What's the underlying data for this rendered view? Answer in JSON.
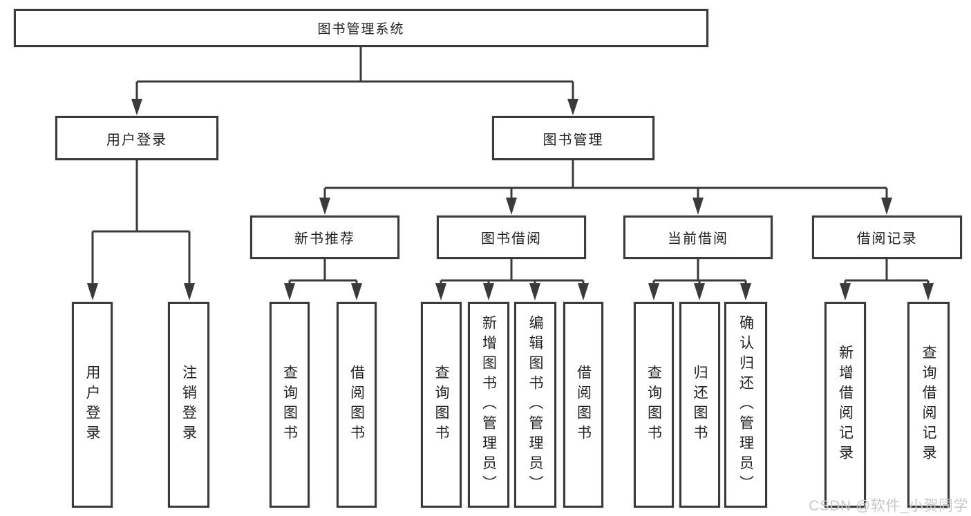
{
  "diagram": {
    "root": "图书管理系统",
    "level2": {
      "user_login": "用户登录",
      "book_management": "图书管理"
    },
    "level3": {
      "new_book_recommend": "新书推荐",
      "book_borrow": "图书借阅",
      "current_borrow": "当前借阅",
      "borrow_records": "借阅记录"
    },
    "leaves": {
      "login": "用户登录",
      "logout": "注销登录",
      "rec_query_books": "查询图书",
      "rec_borrow_books": "借阅图书",
      "bb_query_books": "查询图书",
      "bb_add_books": "新增图书（管理员）",
      "bb_edit_books": "编辑图书（管理员）",
      "bb_borrow_books": "借阅图书",
      "cb_query_books": "查询图书",
      "cb_return_books": "归还图书",
      "cb_confirm_return": "确认归还（管理员）",
      "br_add_record": "新增借阅记录",
      "br_query_record": "查询借阅记录"
    }
  },
  "watermark": "CSDN @软件_小贺同学",
  "colors": {
    "line": "#3a3a3a",
    "text": "#222222",
    "watermark": "#c8c8c8",
    "background": "#ffffff"
  }
}
